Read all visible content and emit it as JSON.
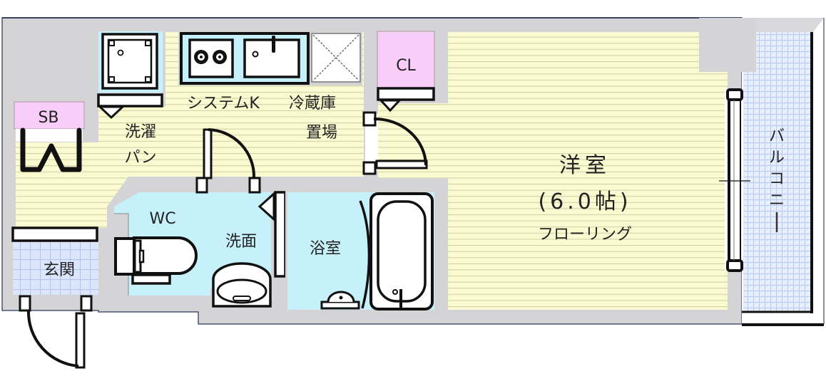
{
  "floorplan": {
    "rooms": {
      "western_room": {
        "name": "洋室",
        "size": "(6.0帖)",
        "floor": "フローリング"
      },
      "balcony": {
        "name": "バルコニー",
        "chars": [
          "バ",
          "ル",
          "コ",
          "ニ",
          "ー"
        ]
      },
      "kitchen": {
        "name": "システムK"
      },
      "fridge": {
        "line1": "冷蔵庫",
        "line2": "置場"
      },
      "washer": {
        "line1": "洗濯",
        "line2": "パン"
      },
      "shoe_box": {
        "name": "SB"
      },
      "closet": {
        "name": "CL"
      },
      "toilet": {
        "name": "WC"
      },
      "washroom": {
        "name": "洗面"
      },
      "bathroom": {
        "name": "浴室"
      },
      "entrance": {
        "name": "玄関"
      }
    },
    "colors": {
      "wall": "#d4d4d6",
      "floor": "#fbfbd2",
      "floor_line": "#d6d4a8",
      "wet_area": "#c6f1fb",
      "storage": "#f8cdf8",
      "tile": "#dfe8fa",
      "line": "#111111"
    }
  }
}
